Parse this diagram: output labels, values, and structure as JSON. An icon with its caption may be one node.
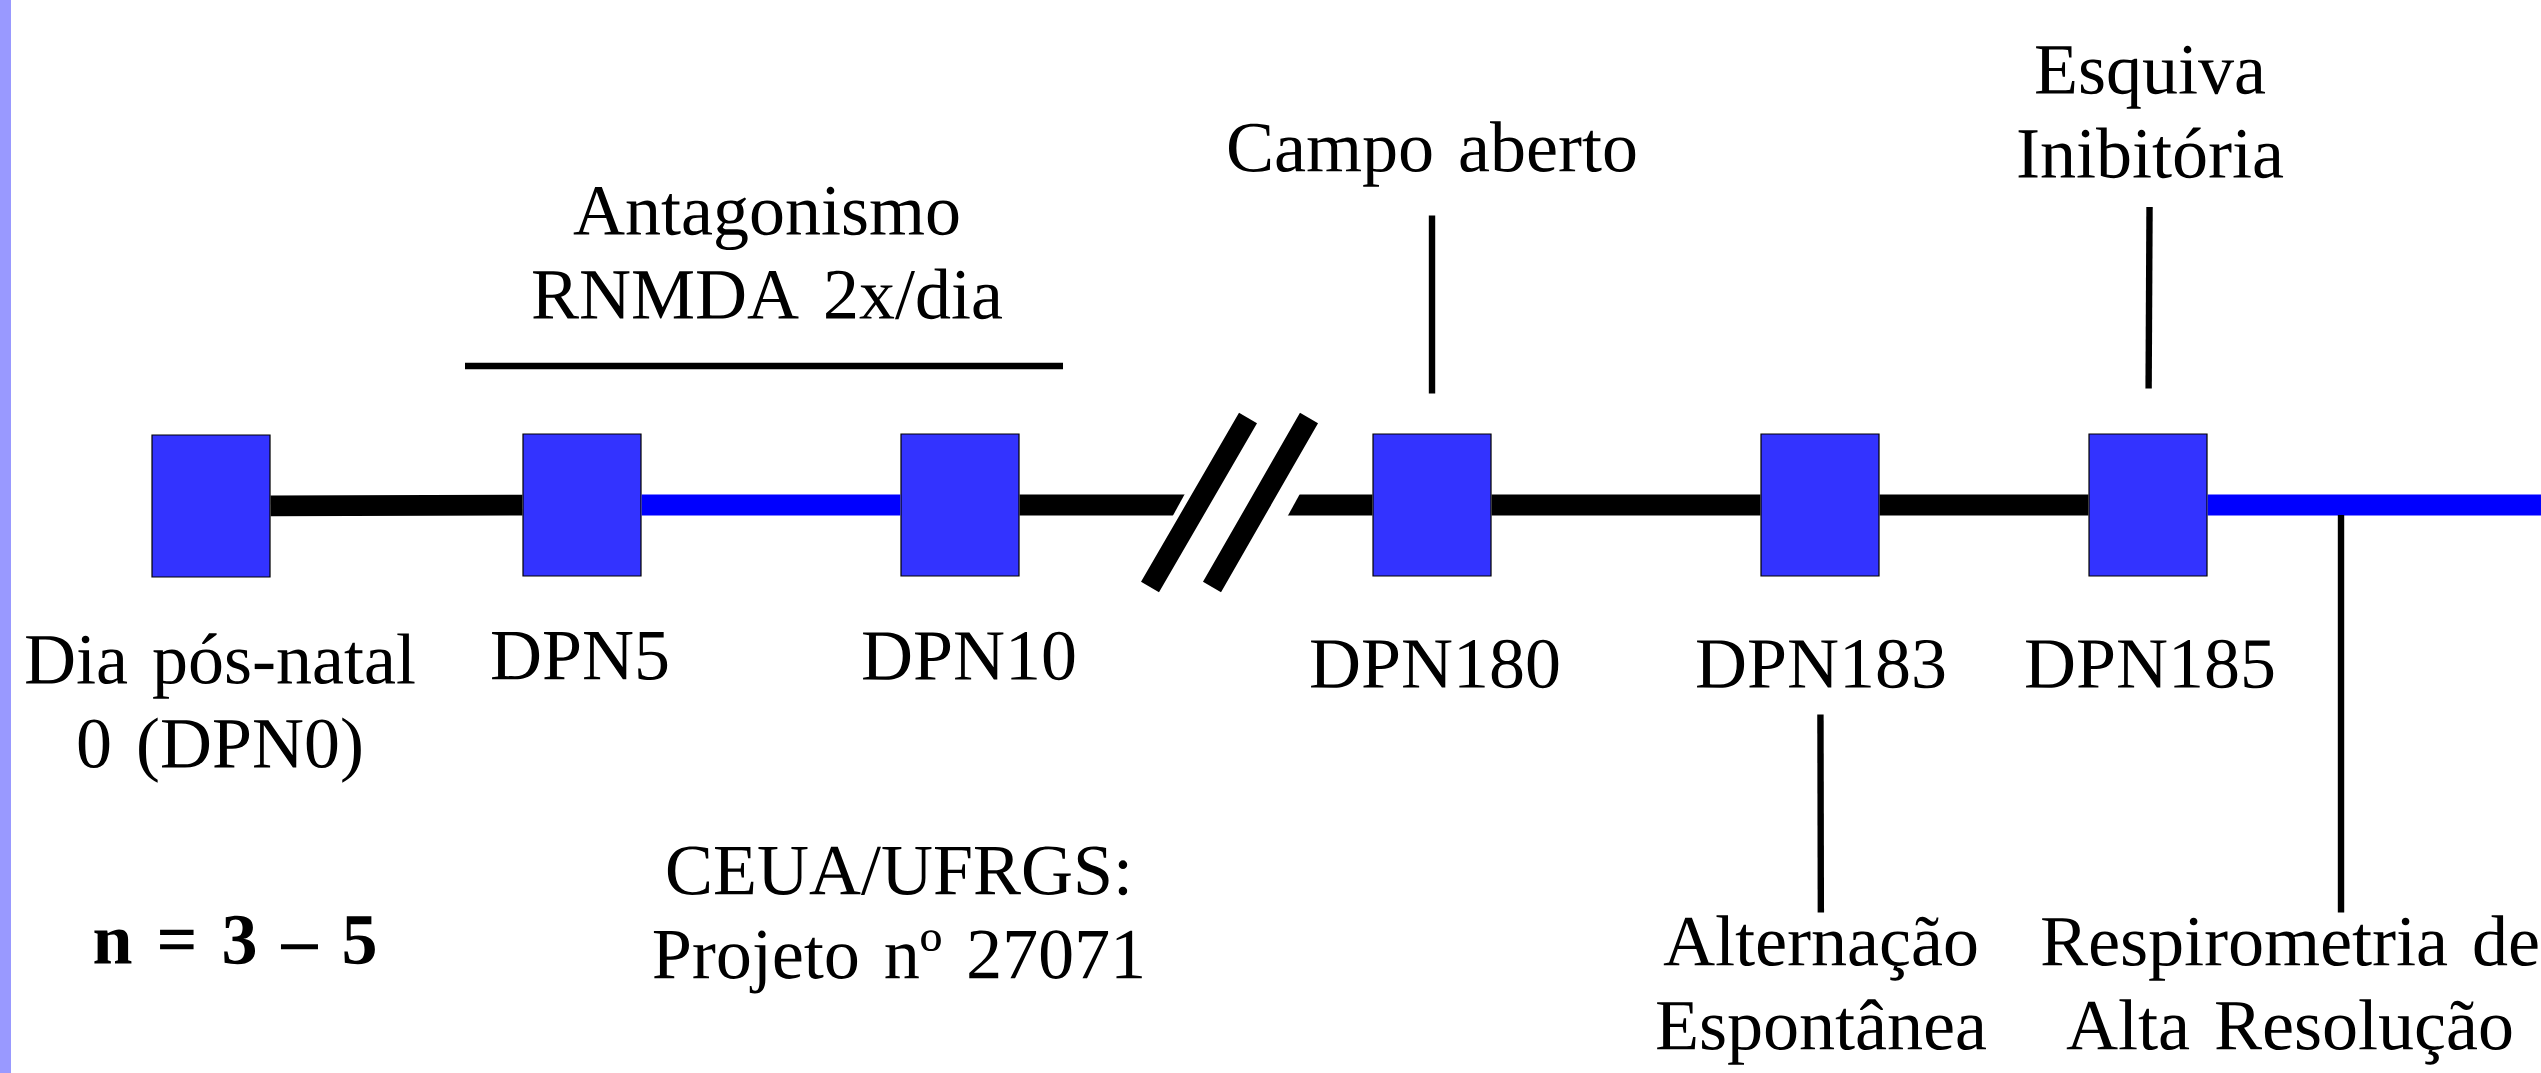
{
  "diagram": {
    "nodes": [
      {
        "text": [],
        "shape": "box",
        "beside": [
          "Dia pós-natal 0 (DPN0)"
        ]
      },
      {
        "text": [],
        "shape": "box",
        "beside": [
          "DPN5"
        ]
      },
      {
        "text": [],
        "shape": "box",
        "beside": [
          "DPN10"
        ]
      },
      {
        "text": [],
        "shape": "box",
        "beside": [
          "DPN180"
        ]
      },
      {
        "text": [],
        "shape": "box",
        "beside": [
          "DPN183"
        ]
      },
      {
        "text": [],
        "shape": "box",
        "beside": [
          "DPN185"
        ]
      },
      {
        "text": [
          "Campo aberto"
        ]
      },
      {
        "text": [
          "Esquiva Inibitória"
        ]
      },
      {
        "text": [
          "Alternação Espontânea"
        ]
      },
      {
        "text": [
          "Respirometria de Alta Resolução"
        ]
      }
    ],
    "edges": [
      {
        "from": 0,
        "to": 1,
        "arrow": "none"
      },
      {
        "from": 1,
        "to": 2,
        "arrow": "none",
        "color": "#0000ff"
      },
      {
        "from": 2,
        "to": 3,
        "arrow": "none"
      },
      {
        "from": 3,
        "to": 4,
        "arrow": "none"
      },
      {
        "from": 4,
        "to": 5,
        "arrow": "none"
      },
      {
        "from": 5,
        "to": null,
        "arrow": "none",
        "color": "#0000ff"
      },
      {
        "from": 6,
        "to": 3,
        "arrow": "none"
      },
      {
        "from": 7,
        "to": 5,
        "arrow": "none"
      },
      {
        "from": 8,
        "to": 4,
        "arrow": "none"
      },
      {
        "from": 9,
        "to": null,
        "arrow": "none"
      }
    ],
    "labels": [
      "Antagonismo RNMDA 2x/dia",
      "CEUA/UFRGS: Projeto nº 27071",
      "n = 3 – 5"
    ]
  }
}
